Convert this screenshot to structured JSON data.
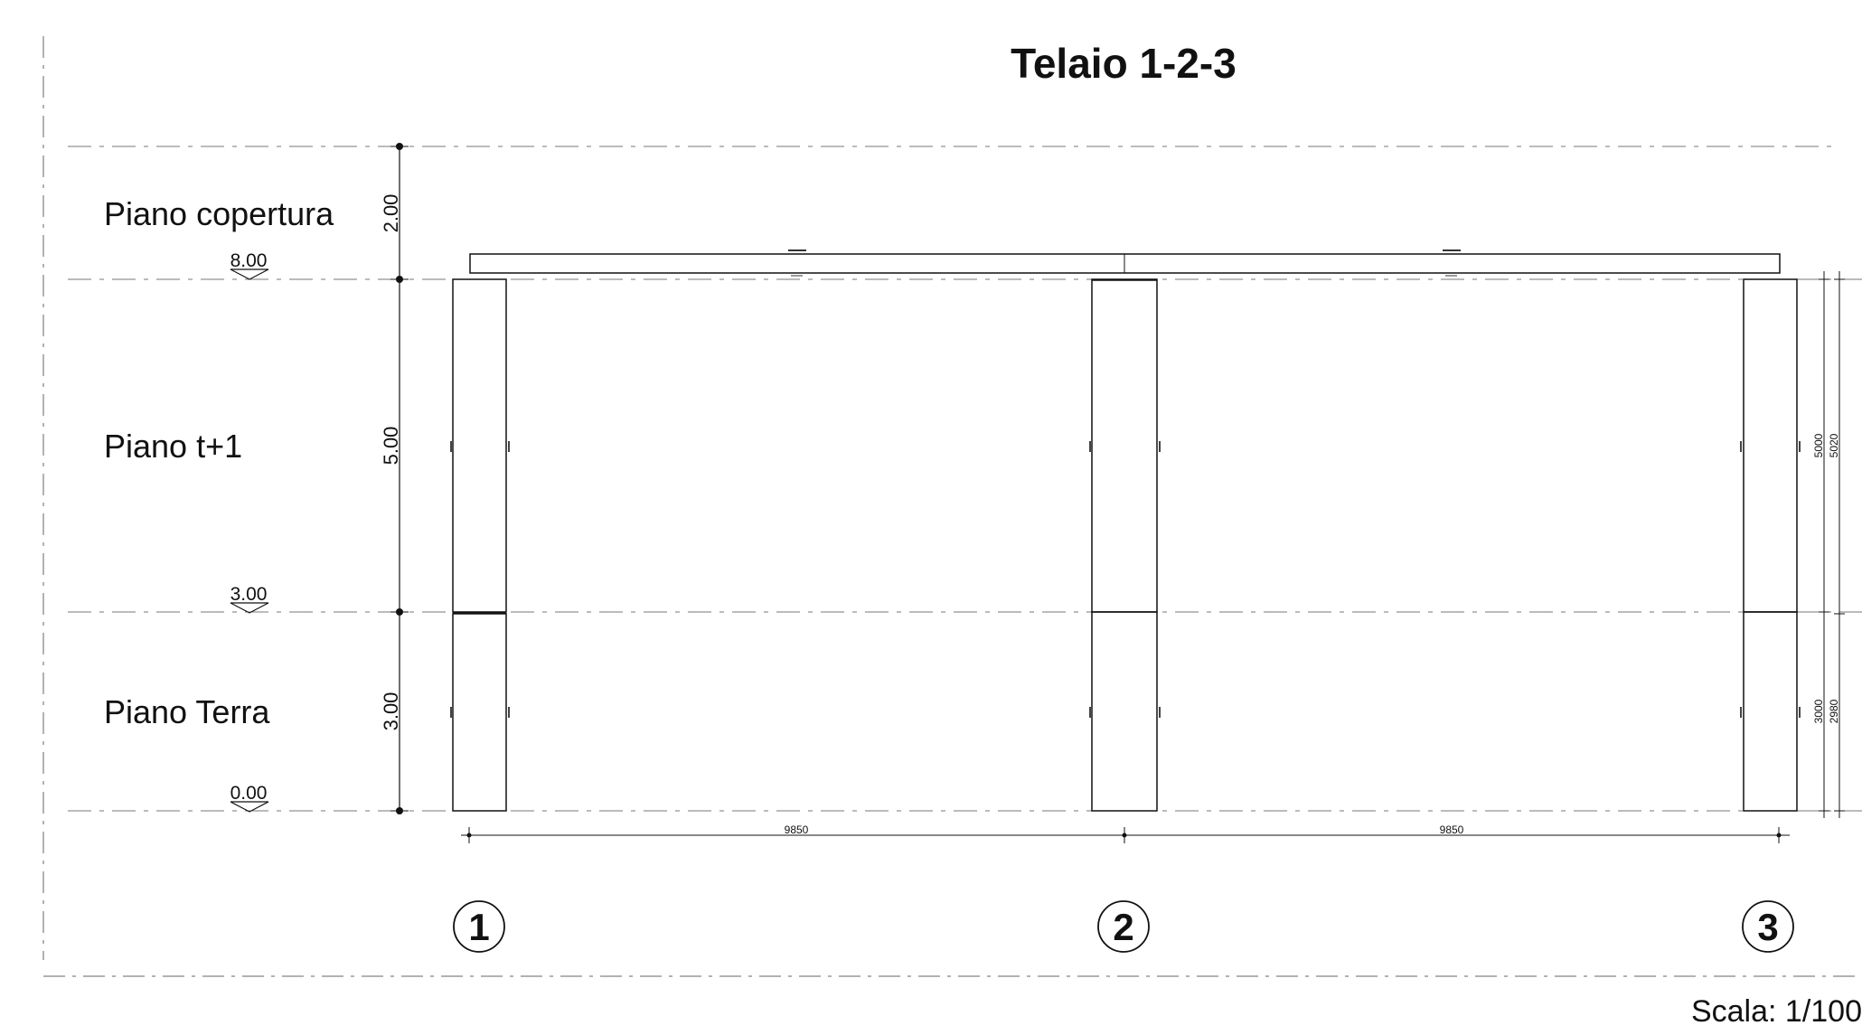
{
  "title": "Telaio 1-2-3",
  "scale_label": "Scala: 1/100",
  "levels": [
    {
      "floor_label": "Piano copertura",
      "elevation": "8.00"
    },
    {
      "floor_label": "Piano t+1",
      "elevation": "3.00"
    },
    {
      "floor_label": "Piano Terra",
      "elevation": "0.00"
    }
  ],
  "vertical_dims": {
    "top": "2.00",
    "middle": "5.00",
    "bottom": "3.00"
  },
  "axes": [
    {
      "label": "1"
    },
    {
      "label": "2"
    },
    {
      "label": "3"
    }
  ],
  "span_dims": [
    "9850",
    "9850"
  ],
  "right_dims": {
    "upper_inner": "5000",
    "upper_outer": "5020",
    "lower_inner": "3000",
    "lower_outer": "2980"
  }
}
